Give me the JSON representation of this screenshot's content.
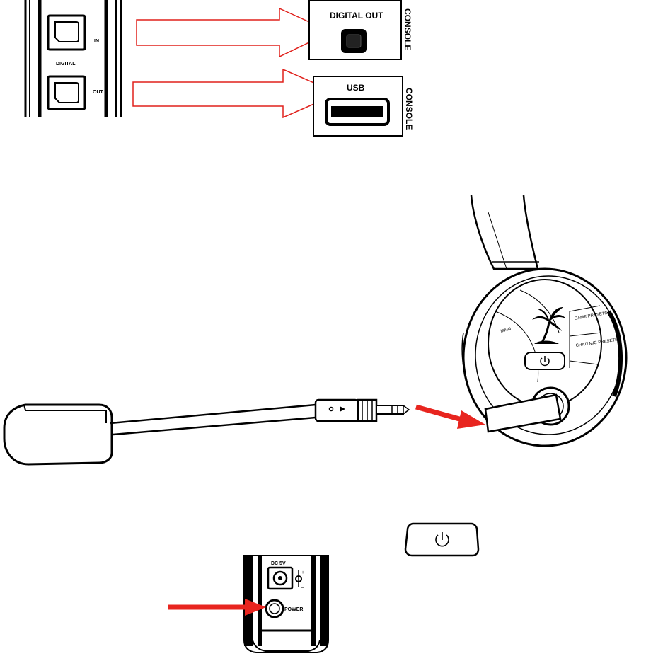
{
  "transmitter_top": {
    "port_in_label": "IN",
    "port_out_label": "OUT",
    "group_label": "DIGITAL"
  },
  "console_digital": {
    "title": "DIGITAL OUT",
    "side_label": "CONSOLE"
  },
  "console_usb": {
    "title": "USB",
    "side_label": "CONSOLE"
  },
  "headset": {
    "main_label": "MAIN",
    "game_presets_label": "GAME PRESETS",
    "chat_mic_presets_label": "CHAT/ MIC PRESETS"
  },
  "transmitter_bottom": {
    "dc_label": "DC 5V",
    "power_label": "POWER"
  },
  "colors": {
    "arrow_outline": "#e0201b",
    "arrow_solid": "#e8251f",
    "line": "#000000"
  }
}
